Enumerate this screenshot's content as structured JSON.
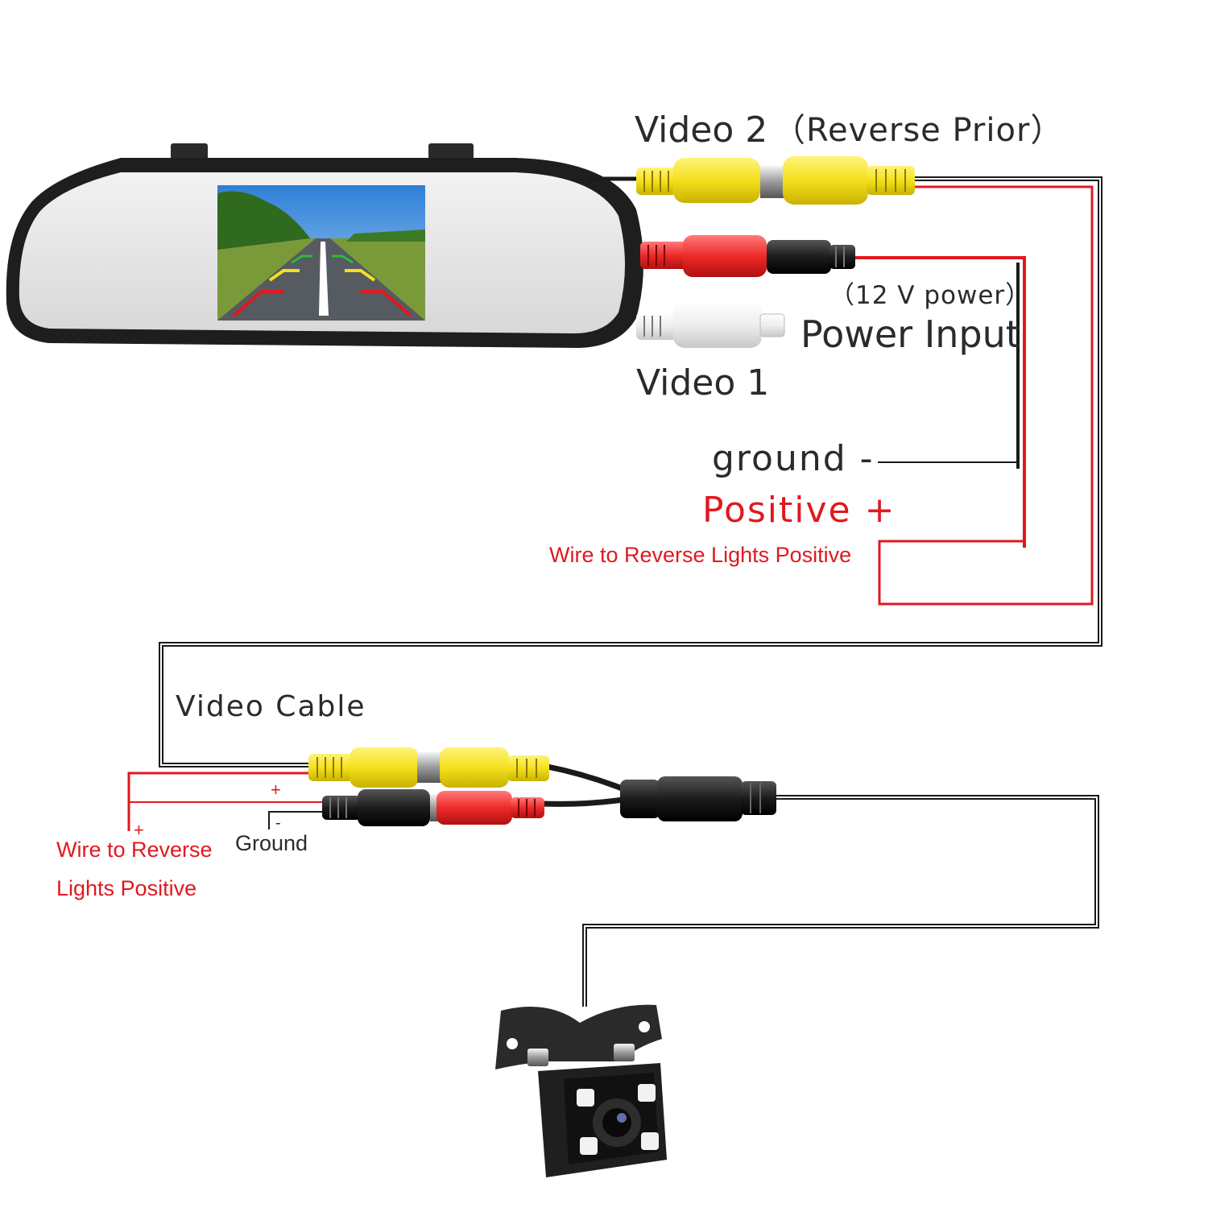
{
  "labels": {
    "video2": "Video 2",
    "reverse_prior": "（Reverse Prior）",
    "power_12v": "（12 V power）",
    "power_input": "Power Input",
    "video1": "Video 1",
    "ground_minus": "ground -",
    "positive_plus": "Positive +",
    "wire_reverse_top": "Wire to Reverse Lights Positive",
    "video_cable": "Video Cable",
    "plus_sign": "+",
    "minus_sign": "-",
    "ground": "Ground",
    "wire_reverse_line1": "Wire to Reverse",
    "wire_reverse_line2": "Lights Positive"
  },
  "colors": {
    "wire_black": "#1a1a1a",
    "wire_red": "#e0191f",
    "rca_yellow": "#f4e01c",
    "rca_red": "#ee2a2a",
    "rca_white": "#eeeeee"
  }
}
